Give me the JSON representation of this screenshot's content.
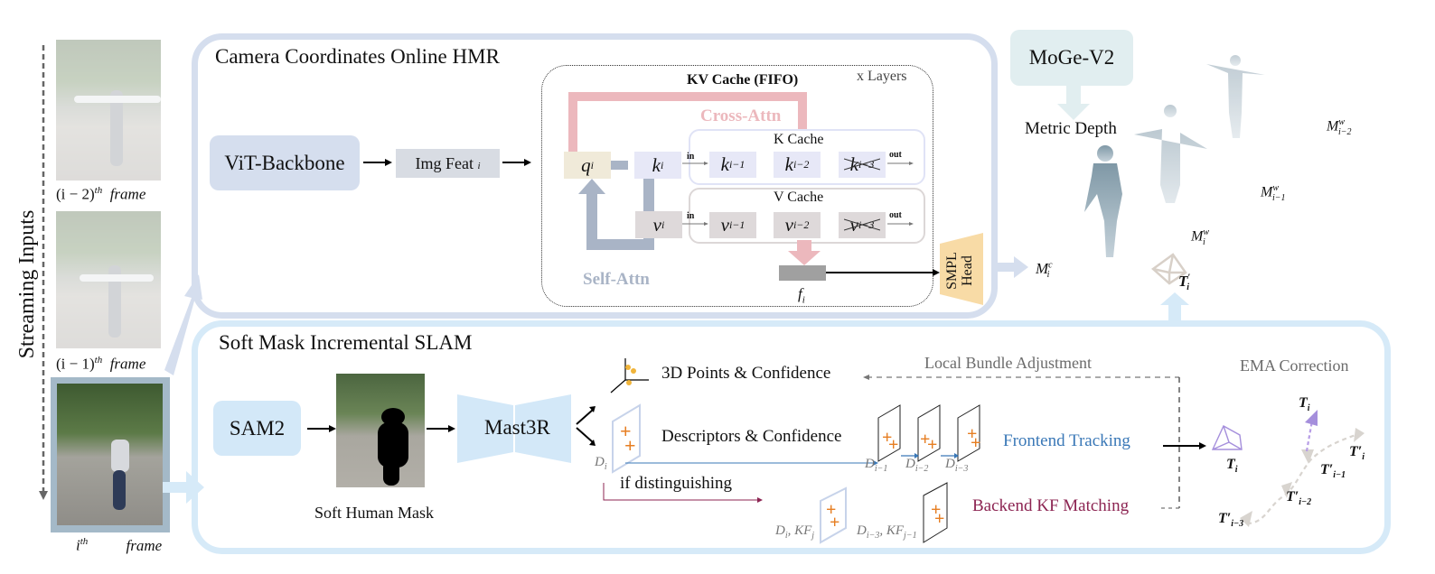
{
  "streaming": {
    "label": "Streaming Inputs",
    "frames": [
      {
        "label": "(i − 2)",
        "sup": "th",
        "word": "frame"
      },
      {
        "label": "(i − 1)",
        "sup": "th",
        "word": "frame"
      },
      {
        "label": "i",
        "sup": "th",
        "word": "frame"
      }
    ]
  },
  "hmr": {
    "title": "Camera Coordinates Online HMR",
    "backbone": "ViT-Backbone",
    "img_feat": "Img Feat",
    "img_feat_sub": "i",
    "kv_title": "KV Cache (FIFO)",
    "layers": "x Layers",
    "cross_attn": "Cross-Attn",
    "self_attn": "Self-Attn",
    "q": "q",
    "q_sub": "i",
    "k": "k",
    "k_sub": "i",
    "v": "v",
    "v_sub": "i",
    "k_cache": {
      "title": "K Cache",
      "in": "in",
      "out": "out",
      "cells": [
        "k i−1",
        "k i−2",
        "k i−3"
      ]
    },
    "v_cache": {
      "title": "V Cache",
      "in": "in",
      "out": "out",
      "cells": [
        "v i−1",
        "v i−2",
        "v i−3"
      ]
    },
    "f": "f",
    "f_sub": "i",
    "smpl_head": [
      "SMPL",
      "Head"
    ],
    "output": "M",
    "output_sup": "c",
    "output_sub": "i"
  },
  "world": {
    "moge": "MoGe-V2",
    "metric_depth": "Metric Depth",
    "meshes": [
      {
        "label": "M",
        "sup": "w",
        "sub": "i"
      },
      {
        "label": "M",
        "sup": "w",
        "sub": "i−1"
      },
      {
        "label": "M",
        "sup": "w",
        "sub": "i−2"
      }
    ],
    "camera": {
      "label": "T",
      "sup": "′",
      "sub": "i"
    }
  },
  "slam": {
    "title": "Soft Mask Incremental SLAM",
    "sam2": "SAM2",
    "soft_mask": "Soft Human Mask",
    "mast3r": "Mast3R",
    "points": "3D Points & Confidence",
    "descriptors": "Descriptors & Confidence",
    "if_distinguishing": "if distinguishing",
    "local_ba": "Local Bundle Adjustment",
    "frontend": "Frontend Tracking",
    "backend": "Backend KF Matching",
    "ema": "EMA Correction",
    "desc_labels": [
      "D i",
      "D i−1",
      "D i−2",
      "D i−3"
    ],
    "kf_labels": [
      "D i, KF j",
      "D i−3, KF j−1"
    ],
    "pose_label": "T i",
    "traj": [
      {
        "label": "T",
        "sub": "i"
      },
      {
        "label": "T′",
        "sub": "i"
      },
      {
        "label": "T′",
        "sub": "i−1"
      },
      {
        "label": "T′",
        "sub": "i−2"
      },
      {
        "label": "T′",
        "sub": "i−3"
      }
    ]
  },
  "colors": {
    "hmr_border": "#d5deee",
    "slam_border": "#d6eaf8",
    "cross_attn": "#ecb8bd",
    "self_attn": "#a9b4c6",
    "frontend": "#3a78b7",
    "backend": "#8c2452",
    "smpl": "#f8dba6",
    "moge": "#e1eef0",
    "plus": "#e67e22"
  }
}
